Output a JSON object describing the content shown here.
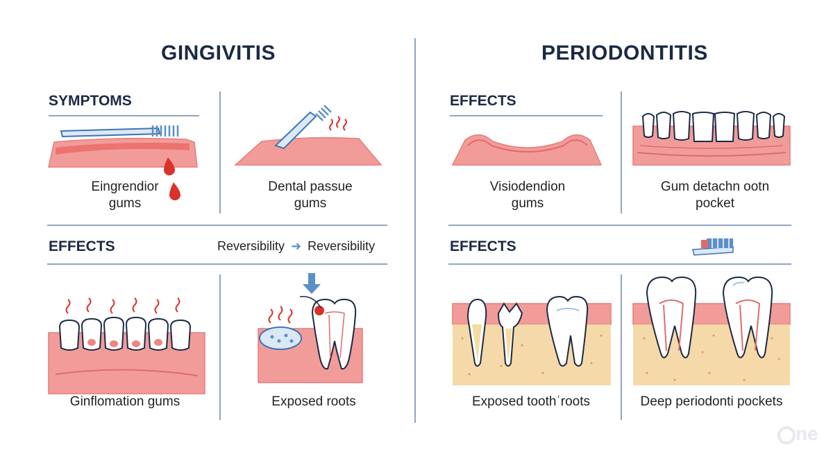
{
  "gingivitis": {
    "title": "GINGIVITIS",
    "symptoms_label": "SYMPTOMS",
    "effects_label": "EFFECTS",
    "reversibility": {
      "left": "Reversibility",
      "right": "Reversibility"
    },
    "captions": {
      "bleeding": [
        "Eingrendior",
        "gums"
      ],
      "plaque": [
        "Dental passue",
        "gums"
      ],
      "inflamed": "Ginflomation gums",
      "roots": "Exposed roots"
    }
  },
  "periodontitis": {
    "title": "PERIODONTITIS",
    "effects_top_label": "EFFECTS",
    "effects_bottom_label": "EFFECTS",
    "captions": {
      "recession": [
        "Visiodendion",
        "gums"
      ],
      "detach": [
        "Gum detachn ootn",
        "pocket"
      ],
      "exposed": "Exposed toothʿroots",
      "pockets": "Deep periodonti pockets"
    }
  },
  "watermark": "ne",
  "colors": {
    "navy": "#1b2a44",
    "rule": "#8fa5bd",
    "gum": "#f29c9a",
    "gum_dark": "#e06b6b",
    "blood": "#d9322b",
    "bone": "#f6d9a8",
    "brush": "#5b8fc7"
  }
}
